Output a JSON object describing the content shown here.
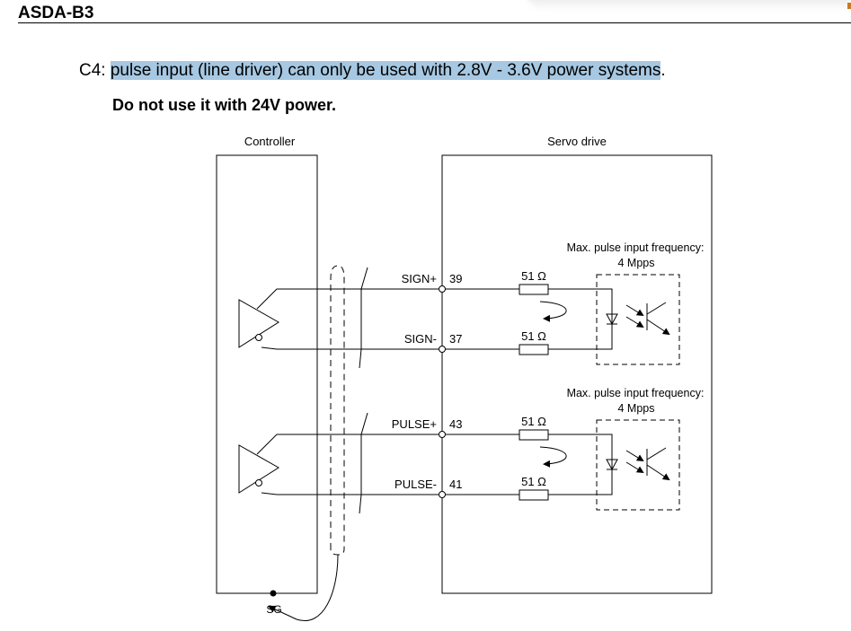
{
  "header": {
    "title": "ASDA-B3"
  },
  "note": {
    "prefix": "C4: ",
    "highlighted": "pulse input (line driver) can only be used with 2.8V - 3.6V power systems",
    "suffix": ".",
    "warning": "Do not use it with 24V power."
  },
  "diagram": {
    "controller_label": "Controller",
    "servo_label": "Servo drive",
    "sg_label": "SG",
    "channels": [
      {
        "pos_signal": "SIGN+",
        "pos_pin": "39",
        "neg_signal": "SIGN-",
        "neg_pin": "37",
        "resistor_top": "51 Ω",
        "resistor_bottom": "51 Ω",
        "freq_label": "Max. pulse input frequency:",
        "freq_value": "4 Mpps"
      },
      {
        "pos_signal": "PULSE+",
        "pos_pin": "43",
        "neg_signal": "PULSE-",
        "neg_pin": "41",
        "resistor_top": "51 Ω",
        "resistor_bottom": "51 Ω",
        "freq_label": "Max. pulse input frequency:",
        "freq_value": "4 Mpps"
      }
    ]
  }
}
